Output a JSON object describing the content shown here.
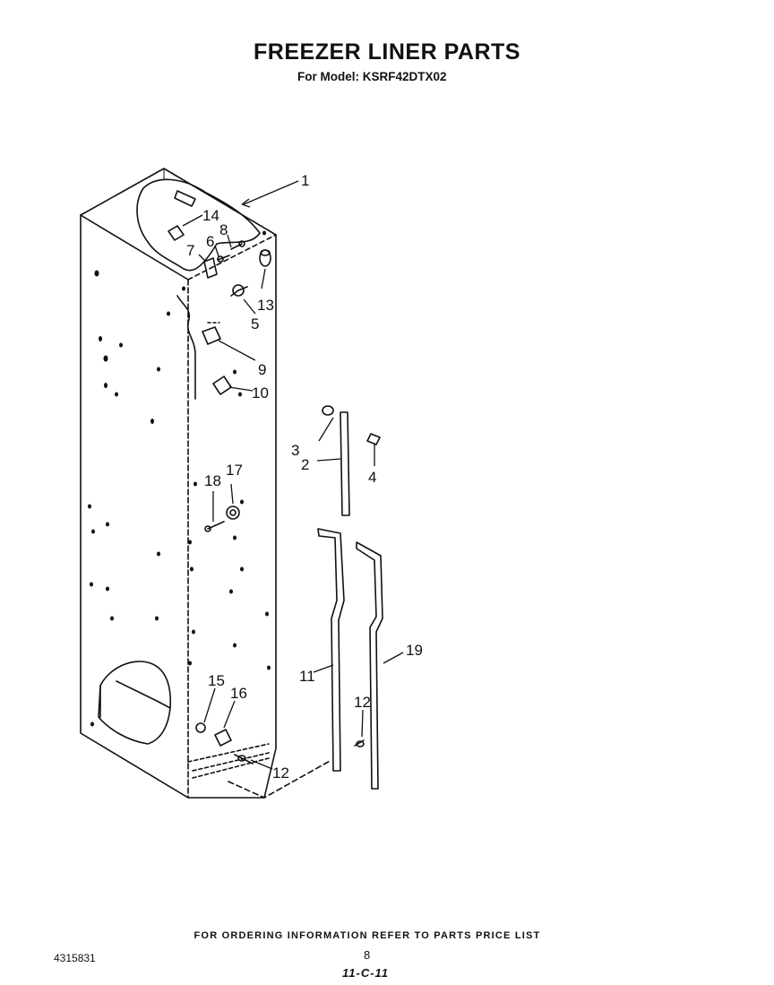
{
  "header": {
    "title": "FREEZER LINER PARTS",
    "subtitle": "For Model: KSRF42DTX02"
  },
  "callouts": {
    "c1": "1",
    "c2": "2",
    "c3": "3",
    "c4": "4",
    "c5": "5",
    "c6": "6",
    "c7": "7",
    "c8": "8",
    "c9": "9",
    "c10": "10",
    "c11": "11",
    "c12a": "12",
    "c12b": "12",
    "c13": "13",
    "c14": "14",
    "c15": "15",
    "c16": "16",
    "c17": "17",
    "c18": "18",
    "c19": "19"
  },
  "footer": {
    "note": "FOR ORDERING INFORMATION REFER TO PARTS PRICE LIST",
    "doc_number": "4315831",
    "page_number": "8",
    "handwritten": "11-C-11"
  }
}
